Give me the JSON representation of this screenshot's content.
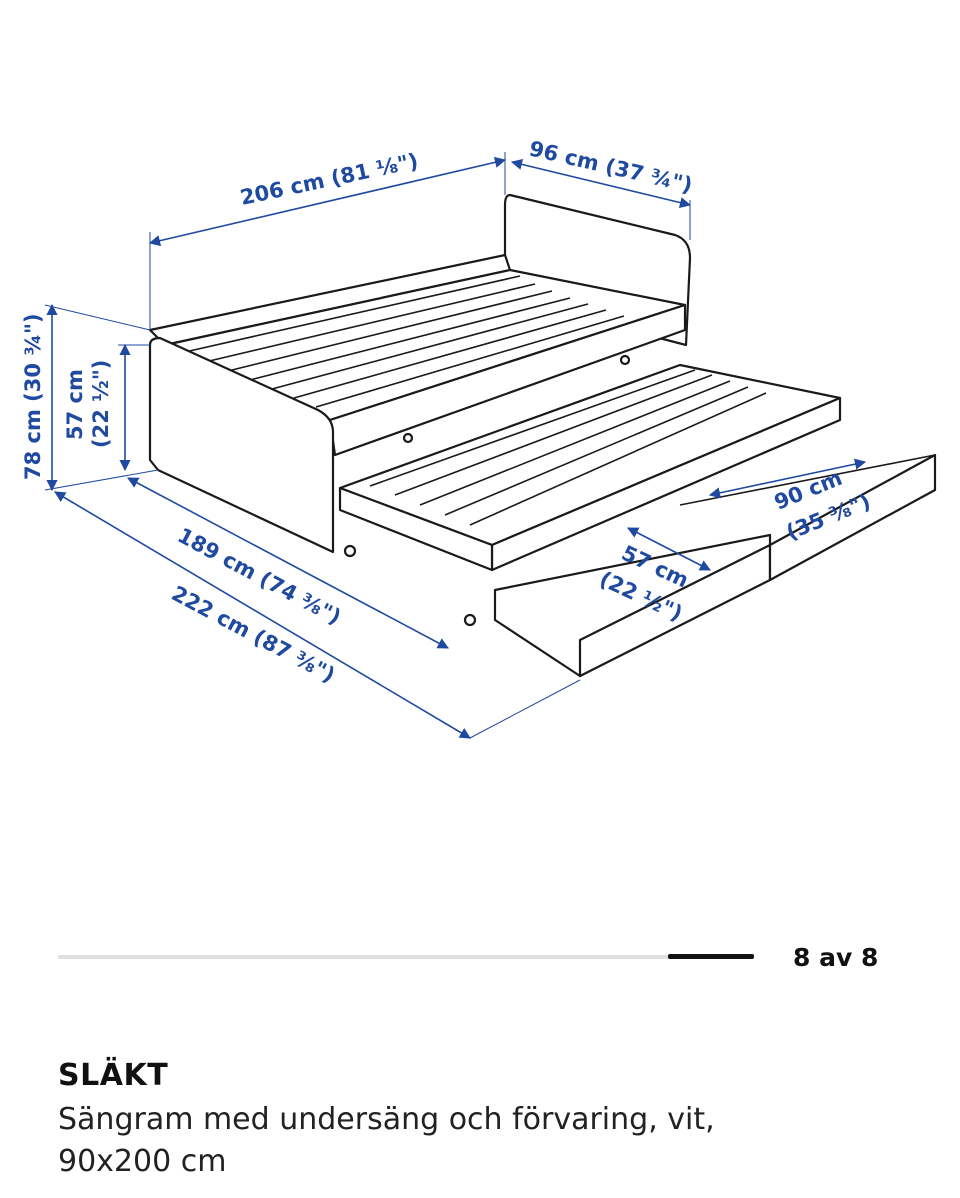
{
  "dimensions": {
    "length_top": "206 cm (81 ⅛\")",
    "width_top": "96 cm (37 ¾\")",
    "height_total": "78 cm (30 ¾\")",
    "height_side": "57 cm",
    "height_side_in": "(22 ½\")",
    "length_inner": "189 cm (74 ⅜\")",
    "length_total": "222 cm (87 ⅜\")",
    "drawer_depth": "57 cm",
    "drawer_depth_in": "(22 ½\")",
    "drawer_width": "90 cm",
    "drawer_width_in": "(35 ⅜\")"
  },
  "carousel": {
    "counter": "8 av 8",
    "position": 8,
    "total": 8
  },
  "product": {
    "name": "SLÄKT",
    "description": "Sängram med undersäng och förvaring, vit, 90x200 cm"
  },
  "colors": {
    "dimension": "#1f4aa0",
    "line": "#1a1a1a"
  }
}
